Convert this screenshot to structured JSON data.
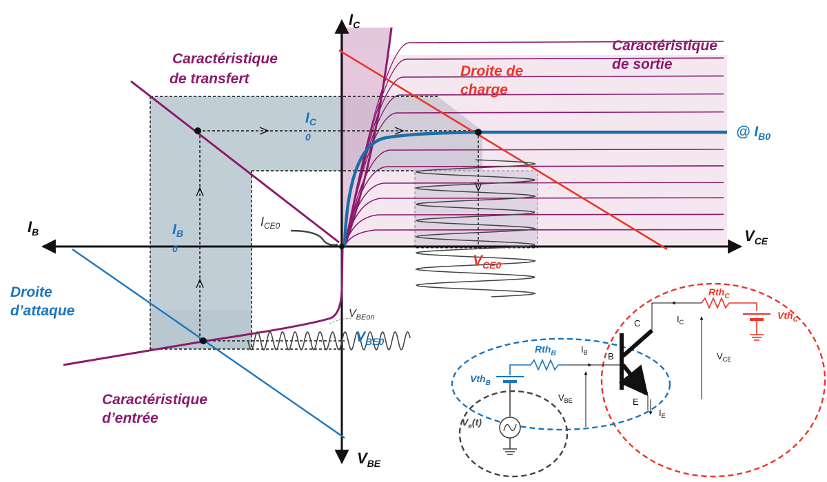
{
  "axes": {
    "ic": {
      "main": "I",
      "sub": "C"
    },
    "ib": {
      "main": "I",
      "sub": "B"
    },
    "vce": {
      "main": "V",
      "sub": "CE"
    },
    "vbe": {
      "main": "V",
      "sub": "BE"
    }
  },
  "labels": {
    "transfer_line1": "Caractéristique",
    "transfer_line2": "de transfert",
    "output_line1": "Caractéristique",
    "output_line2": "de sortie",
    "load_line1": "Droite de",
    "load_line2": "charge",
    "ib0_prefix": "@ I",
    "ib0_sub": "B0",
    "ic0_main": "I",
    "ic0_sub": "C",
    "ic0_sub2": "0",
    "ib0_main": "I",
    "ib0_sub_b": "B",
    "ib0_sub2": "0",
    "ice0_main": "I",
    "ice0_sub": "CE0",
    "vce0_main": "V",
    "vce0_sub": "CE0",
    "attack_line1": "Droite",
    "attack_line2": "d’attaque",
    "vbeon_main": "V",
    "vbeon_sub": "BEon",
    "vbe0_main": "V",
    "vbe0_sub": "BE0",
    "input_line1": "Caractéristique",
    "input_line2": "d’entrée"
  },
  "circuit": {
    "rthc_main": "Rth",
    "rthc_sub": "C",
    "vthc_main": "Vth",
    "vthc_sub": "C",
    "rthb_main": "Rth",
    "rthb_sub": "B",
    "vthb_main": "Vth",
    "vthb_sub": "B",
    "ve_main": "V",
    "ve_sub": "e",
    "ve_suffix": "(t)",
    "c_label": "C",
    "b_label": "B",
    "e_label": "E",
    "ic_main": "I",
    "ic_sub": "C",
    "ib_main": "I",
    "ib_sub": "B",
    "ie_main": "I",
    "ie_sub": "E",
    "vce_main": "V",
    "vce_sub": "CE",
    "vbe_main": "V",
    "vbe_sub": "BE"
  },
  "colors": {
    "purple": "#8b1a6b",
    "red": "#ec3527",
    "blue": "#1b75bc",
    "shade": "#b7c6cf",
    "dark": "#111111"
  }
}
